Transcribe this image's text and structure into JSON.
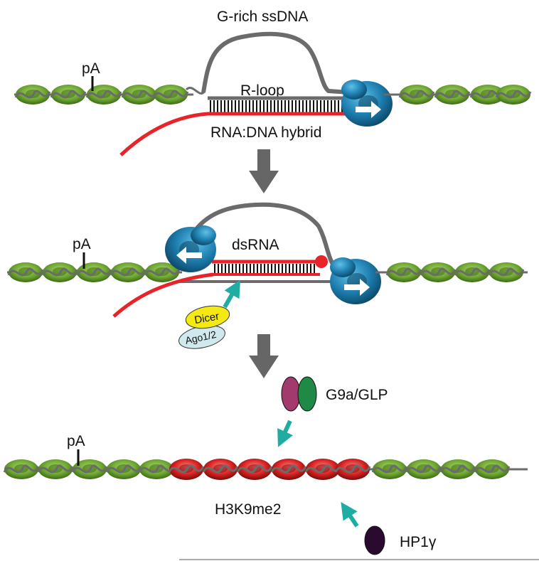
{
  "panel1": {
    "ssdna_label": "G-rich ssDNA",
    "pa_label": "pA",
    "rloop_label": "R-loop",
    "hybrid_label": "RNA:DNA hybrid"
  },
  "panel2": {
    "pa_label": "pA",
    "dsrna_label": "dsRNA",
    "dicer_label": "Dicer",
    "ago_label": "Ago1/2"
  },
  "panel3": {
    "g9a_label": "G9a/GLP",
    "pa_label": "pA",
    "mark_label": "H3K9me2",
    "hp1_label": "HP1γ"
  },
  "colors": {
    "nucleosome_green": "#6fa632",
    "nucleosome_red": "#d42020",
    "dna_gray": "#6b6b6b",
    "rna_red": "#e8232a",
    "polymerase_blue": "#1e7fb0",
    "teal_arrow": "#1fada3",
    "dicer_yellow": "#f4ea12",
    "ago_lightblue": "#cfe9ee",
    "g9a_purple": "#a33a6e",
    "glp_green": "#1f8a45",
    "hp1_dark": "#2a0a2e"
  }
}
